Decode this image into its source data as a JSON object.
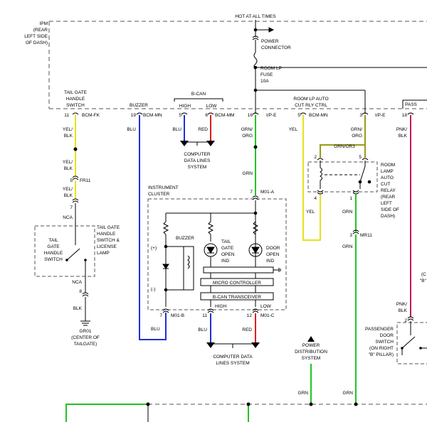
{
  "header": {
    "hot_at_all_times": "HOT AT ALL TIMES"
  },
  "ipm": {
    "line1": "IPM",
    "line2": "(REAR",
    "line3": "LEFT SIDE",
    "line4": "OF DASH)"
  },
  "power_connector": {
    "line1": "POWER",
    "line2": "CONNECTOR"
  },
  "fuse": {
    "line1": "ROOM LP",
    "line2": "FUSE",
    "line3": "10A"
  },
  "room_lp_auto": {
    "line1": "ROOM LP AUTO",
    "line2": "CUT RLY CTRL"
  },
  "pass_label": "PASS",
  "tailgate_handle_switch": {
    "line1": "TAIL GATE",
    "line2": "HANDLE",
    "line3": "SWITCH"
  },
  "buzzer_label": "BUZZER",
  "bcan": {
    "title": "B-CAN",
    "high": "HIGH",
    "low": "LOW"
  },
  "pins": {
    "p11": "11",
    "bcm_fk": "BCM-FK",
    "p19": "19",
    "bcm_mn1": "BCM-MN",
    "p5a": "5",
    "p6": "6",
    "bcm_mm": "BCM-MM",
    "p16": "16",
    "ipe1": "I/P-E",
    "p5b": "5",
    "bcm_mn2": "BCM-MN",
    "p3": "3",
    "ipe2": "I/P-E",
    "p18": "18"
  },
  "wires": {
    "yel_blk": "YEL/",
    "yel_blk2": "BLK",
    "blu": "BLU",
    "red": "RED",
    "grn_org": "GRN/",
    "grn_org2": "ORG",
    "yel": "YEL",
    "grn": "GRN",
    "pnk_blk": "PNK/",
    "pnk_blk2": "BLK",
    "grn_or3": "GRN/OR3",
    "nca": "NCA",
    "blk": "BLK"
  },
  "computer_data_lines_top": {
    "line1": "COMPUTER",
    "line2": "DATA LINES",
    "line3": "SYSTEM"
  },
  "connector_fr11": {
    "pin": "5",
    "name": "FR11",
    "pin2": "7"
  },
  "instrument_cluster": {
    "line1": "INSTRUMENT",
    "line2": "CLUSTER",
    "pin7": "7",
    "m01a": "M01-A"
  },
  "tailgate_open_ind": {
    "line1": "TAIL",
    "line2": "GATE",
    "line3": "OPEN",
    "line4": "IND"
  },
  "door_open_ind": {
    "line1": "DOOR",
    "line2": "OPEN",
    "line3": "IND"
  },
  "cluster_buzzer": "BUZZER",
  "plus": "(+)",
  "minus": "(-)",
  "micro_controller": "MICRO CONTROLLER",
  "bcan_transceiver": "B-CAN TRANSCEIVER",
  "cluster_bottom": {
    "high": "HIGH",
    "low": "LOW",
    "p7": "7",
    "m01b": "M01-B",
    "p11": "11",
    "p12": "12",
    "m01c": "M01-C"
  },
  "computer_data_lines_bottom": {
    "line1": "COMPUTER DATA",
    "line2": "LINES SYSTEM"
  },
  "room_lamp_relay": {
    "line1": "ROOM",
    "line2": "LAMP",
    "line3": "AUTO",
    "line4": "CUT",
    "line5": "RELAY",
    "line6": "(REAR",
    "line7": "LEFT",
    "line8": "SIDE OF",
    "line9": "DASH)",
    "pin2": "2",
    "pin5": "5",
    "pin4": "4",
    "pin1": "1"
  },
  "mr11": {
    "pin": "3",
    "name": "MR11"
  },
  "tailgate_switch_lamp": {
    "line1": "TAIL GATE",
    "line2": "HANDLE",
    "line3": "SWITCH &",
    "line4": "LICENSE",
    "line5": "LAMP"
  },
  "tail_gate_switch_box": {
    "line1": "TAIL",
    "line2": "GATE",
    "line3": "HANDLE",
    "line4": "SWITCH"
  },
  "ground": {
    "pin8": "8",
    "line1": "GR01",
    "line2": "(CENTER OF",
    "line3": "TAILGATE)"
  },
  "power_distribution": {
    "line1": "POWER",
    "line2": "DISTRIBUTION",
    "line3": "SYSTEM"
  },
  "passenger_door_switch": {
    "pin2": "2",
    "line1": "PASSENGER",
    "line2": "DOOR",
    "line3": "SWITCH",
    "line4": "(ON RIGHT",
    "line5": "\"B\" PILLAR)"
  },
  "partial_right": {
    "line1": "(C",
    "line2": "\"B\""
  },
  "colors": {
    "yellow": "#e6e21a",
    "blue": "#1f2fd6",
    "red": "#e01a1a",
    "green": "#22c422",
    "pink": "#c2185b",
    "olive": "#9a9a1a",
    "black": "#000000"
  }
}
